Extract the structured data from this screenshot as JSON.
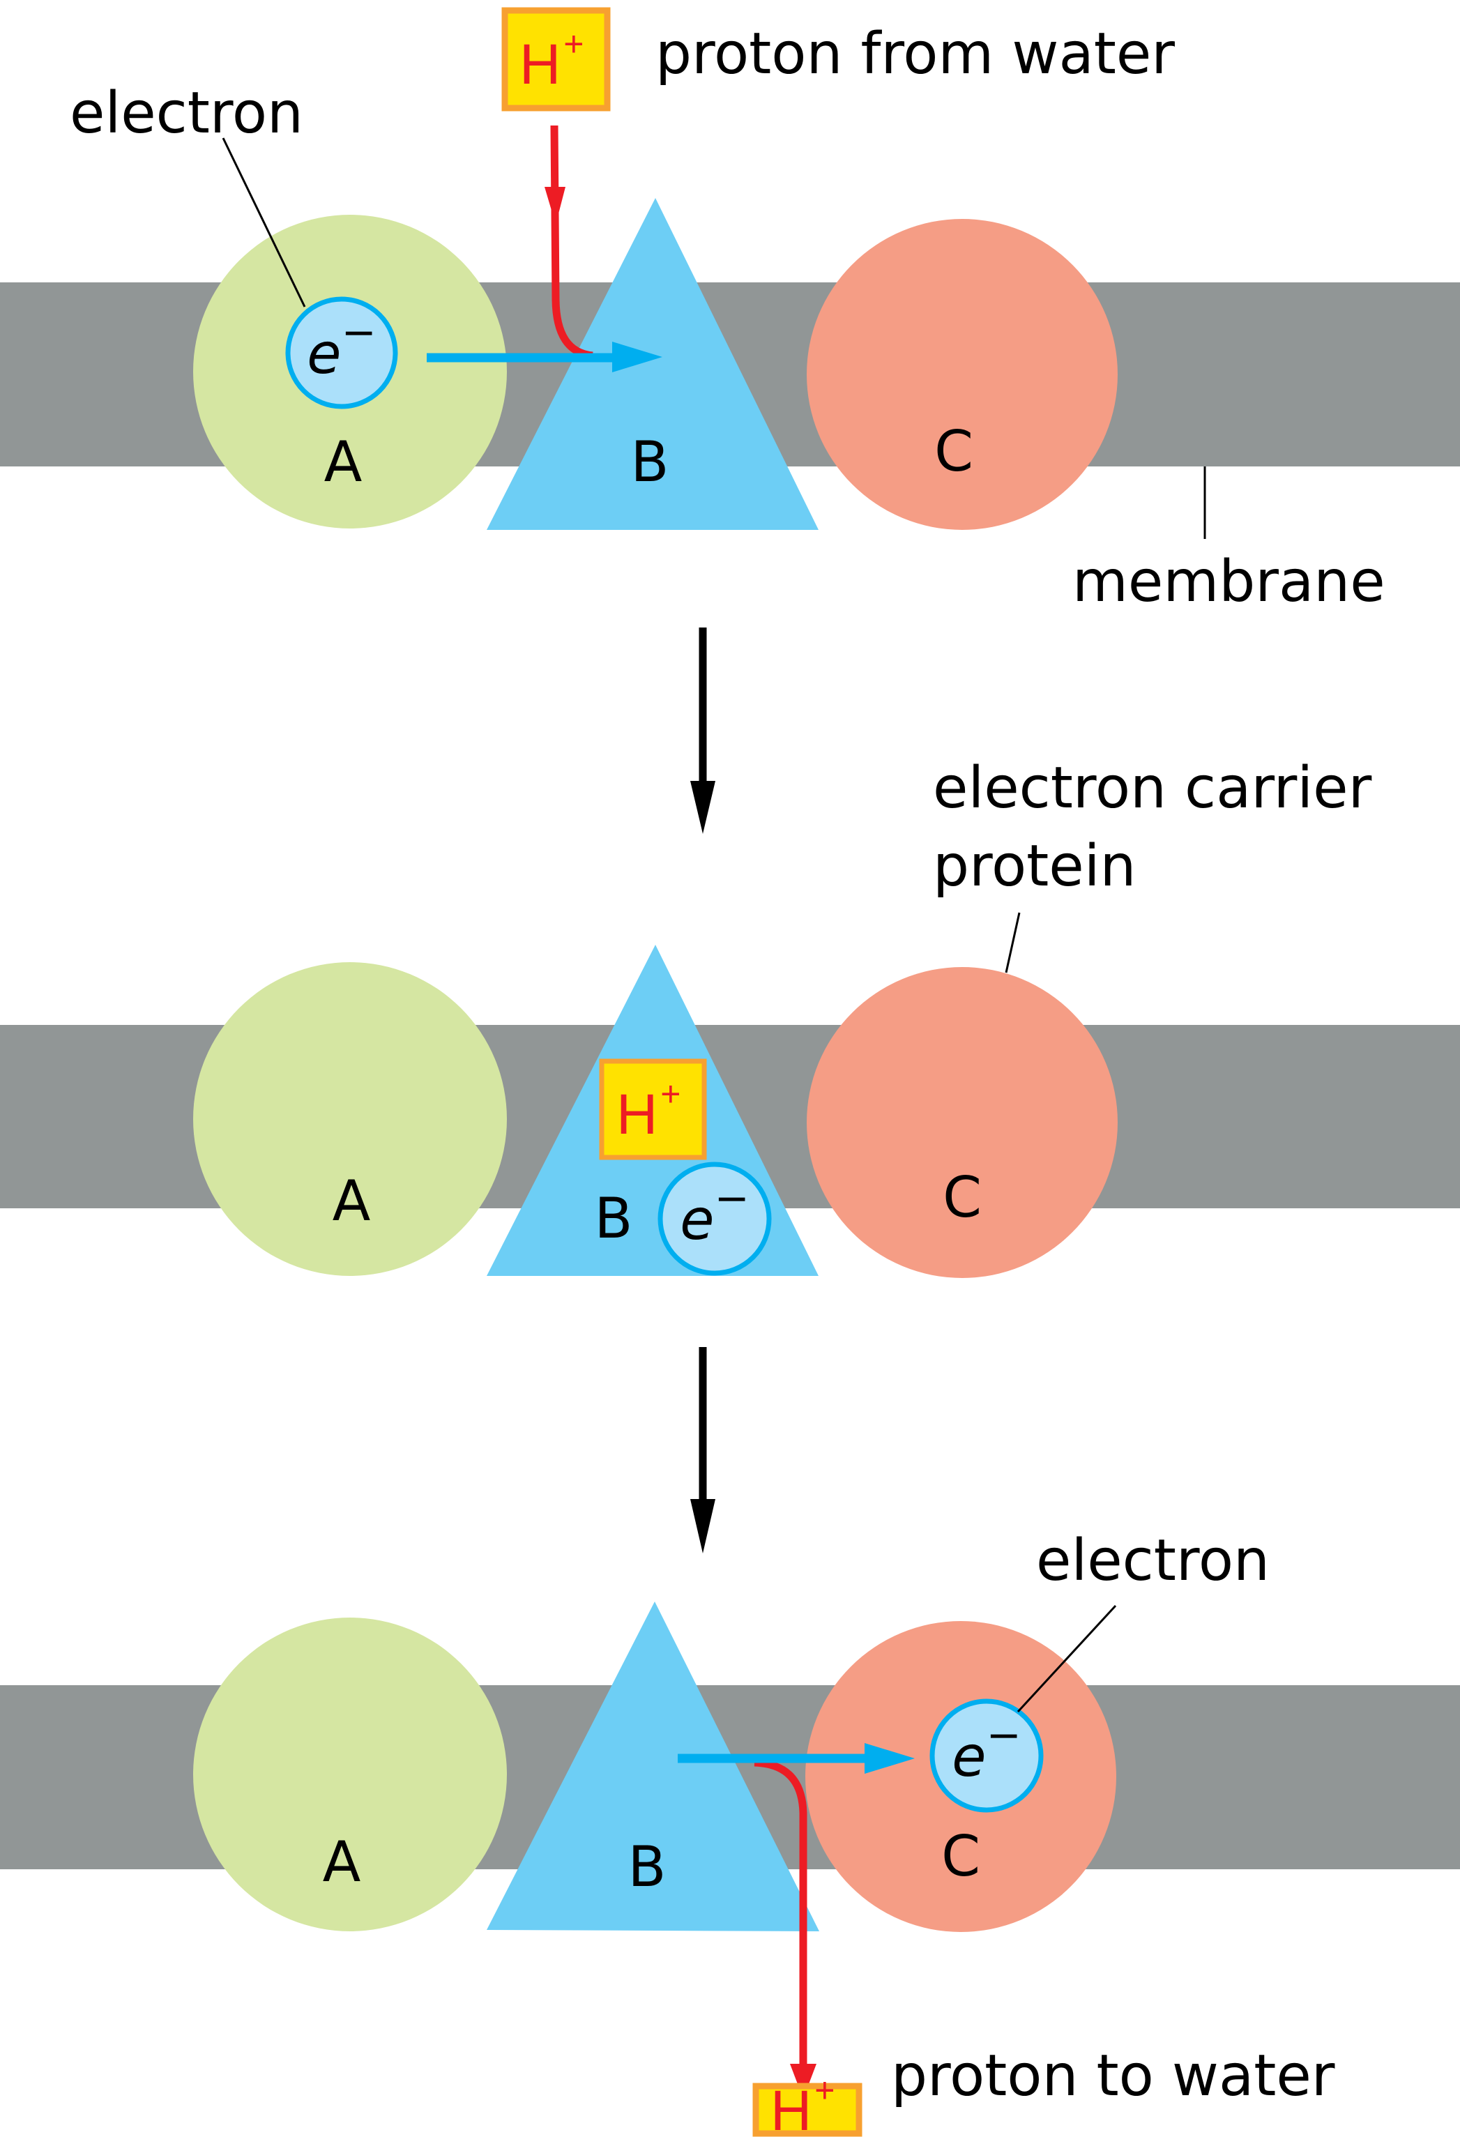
{
  "colors": {
    "membrane": "#919696",
    "protein_a": "#d5e6a2",
    "protein_b": "#6dcef5",
    "protein_c": "#f59d85",
    "electron_fill": "#abe0fa",
    "electron_stroke": "#00aeef",
    "proton_fill": "#ffe200",
    "proton_border": "#f7a030",
    "proton_text": "#ed1c24",
    "proton_arrow": "#ed1c24",
    "electron_arrow": "#00aeef",
    "step_arrow": "#000000"
  },
  "labels": {
    "electron_top": "electron",
    "proton_from_water": "proton from water",
    "membrane": "membrane",
    "electron_carrier_protein_line1": "electron carrier",
    "electron_carrier_protein_line2": "protein",
    "electron_bottom": "electron",
    "proton_to_water": "proton to water"
  },
  "symbols": {
    "proton": "H",
    "proton_charge": "+",
    "electron": "e",
    "electron_charge": "−"
  },
  "panels": [
    {
      "step": 1,
      "proteins": [
        "A",
        "B",
        "C"
      ],
      "electron_location": "A",
      "proton_location": "incoming to B"
    },
    {
      "step": 2,
      "proteins": [
        "A",
        "B",
        "C"
      ],
      "electron_location": "B",
      "proton_location": "B"
    },
    {
      "step": 3,
      "proteins": [
        "A",
        "B",
        "C"
      ],
      "electron_location": "C",
      "proton_location": "released from B"
    }
  ]
}
